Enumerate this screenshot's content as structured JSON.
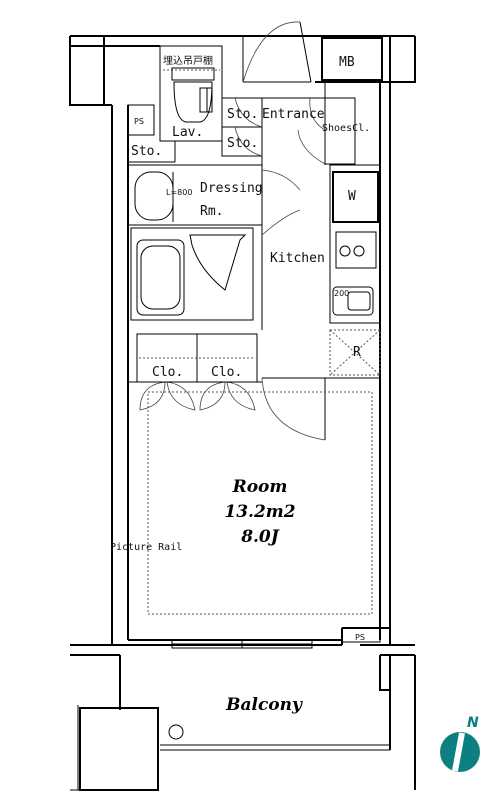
{
  "labels": {
    "storage_top": "埋込吊戸棚",
    "ps_left": "PS",
    "lav": "Lav.",
    "sto_left": "Sto.",
    "sto_entrance": "Sto.",
    "entrance": "Entrance",
    "sto_lower": "Sto.",
    "shoes": "ShoesCl.",
    "mb": "MB",
    "dressing": "Dressing",
    "rm": "Rm.",
    "l800": "L=800",
    "w": "W",
    "kitchen": "Kitchen",
    "r": "R",
    "clo1": "Clo.",
    "clo2": "Clo.",
    "room": "Room",
    "area_m2": "13.2m2",
    "area_j": "8.0J",
    "picture_rail": "Picture Rail",
    "ps_bottom": "PS",
    "balcony": "Balcony",
    "north": "N"
  },
  "colors": {
    "compass": "#0e7f7f"
  }
}
